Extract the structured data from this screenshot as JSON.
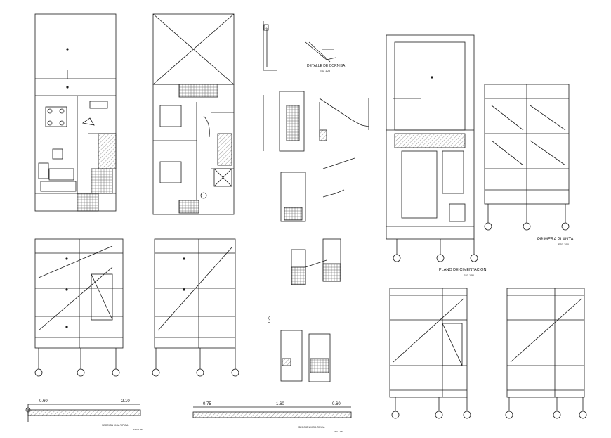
{
  "labels": {
    "detalle_cornisa": "DETALLE DE CORNISA",
    "detalle_scale": "ESC 1/25",
    "primera_planta": "PRIMERA PLANTA",
    "primera_scale": "ESC 1/50",
    "plano_cimentacion": "PLANO DE CIMENTACION",
    "plano_scale": "ESC 1/50",
    "dim_060": "0.60",
    "dim_210": "2.10",
    "dim_075": "0.75",
    "dim_160": "1.60",
    "dim_060b": "0.60",
    "section_a": "SECCION VIGA TIPICA",
    "section_b": "SECCION VIGA TIPICA",
    "scale_a": "ESC 1/25",
    "scale_b": "ESC 1/25",
    "vertical_scale": "1/25"
  },
  "colors": {
    "line": "#1a1a1a",
    "hatch": "#555555",
    "bg": "#ffffff"
  }
}
